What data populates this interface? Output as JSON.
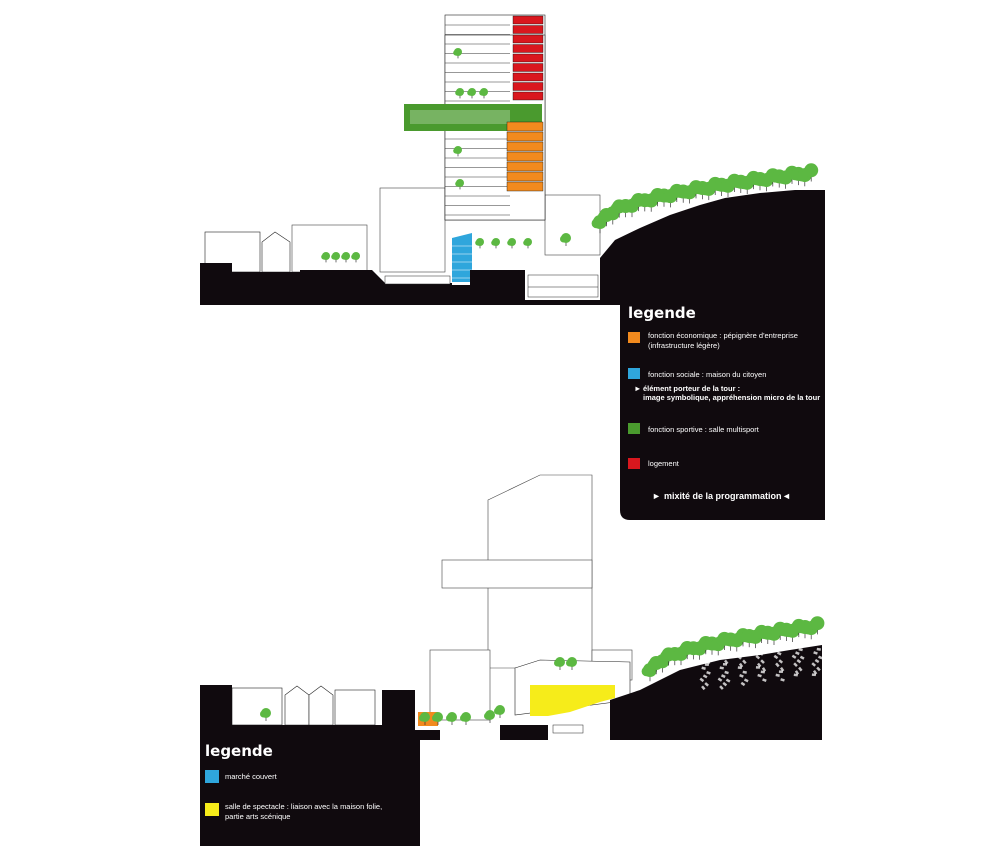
{
  "colors": {
    "ground": "#100a0e",
    "economique": "#f28a1e",
    "sociale": "#2fa6dc",
    "sportive": "#4a9a2e",
    "logement": "#d9171e",
    "marche": "#2fa6dc",
    "spectacle": "#f6ec1a",
    "tree": "#5cb842"
  },
  "legend_top": {
    "title": "legende",
    "items": [
      {
        "color_key": "economique",
        "text_line1": "fonction économique : pépignère d'entreprise",
        "text_line2": "(infrastructure légère)"
      },
      {
        "color_key": "sociale",
        "text_line1": "fonction sociale : maison du citoyen",
        "text_line2": ""
      },
      {
        "color_key": "sportive",
        "text_line1": "fonction sportive : salle multisport",
        "text_line2": ""
      },
      {
        "color_key": "logement",
        "text_line1": "logement",
        "text_line2": ""
      }
    ],
    "note_line1": "élément porteur de la tour :",
    "note_line2": "image symbolique, appréhension micro de la tour",
    "footer": "mixité de la programmation"
  },
  "legend_bottom": {
    "title": "legende",
    "items": [
      {
        "color_key": "marche",
        "text_line1": "marché couvert",
        "text_line2": ""
      },
      {
        "color_key": "spectacle",
        "text_line1": "salle de spectacle : liaison avec la maison folie,",
        "text_line2": "partie arts scénique"
      }
    ]
  }
}
